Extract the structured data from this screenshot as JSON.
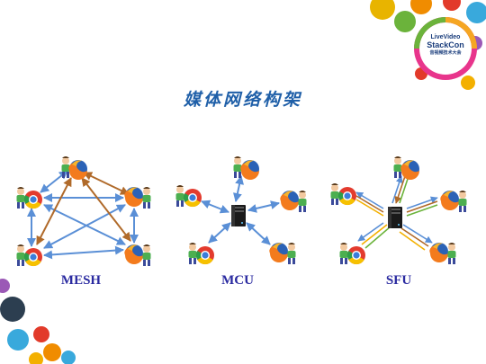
{
  "slide": {
    "title": "媒体网络构架"
  },
  "logo": {
    "line1": "LiveVideo",
    "line2": "StackCon",
    "line3": "音视频技术大会"
  },
  "diagrams": [
    {
      "label": "MESH",
      "topology": "full-mesh peer connections"
    },
    {
      "label": "MCU",
      "topology": "central server, one stream per client"
    },
    {
      "label": "SFU",
      "topology": "central server, multiple forwarded streams per client"
    }
  ],
  "colors": {
    "title": "#1f5fa8",
    "label": "#2a2aa0",
    "arrow_blue": "#5a8fd6",
    "arrow_brown": "#b06a2a",
    "logo_ring": "#e8358c"
  },
  "icons": [
    "firefox-browser-icon",
    "chrome-browser-icon",
    "user-figure-icon",
    "server-icon"
  ]
}
